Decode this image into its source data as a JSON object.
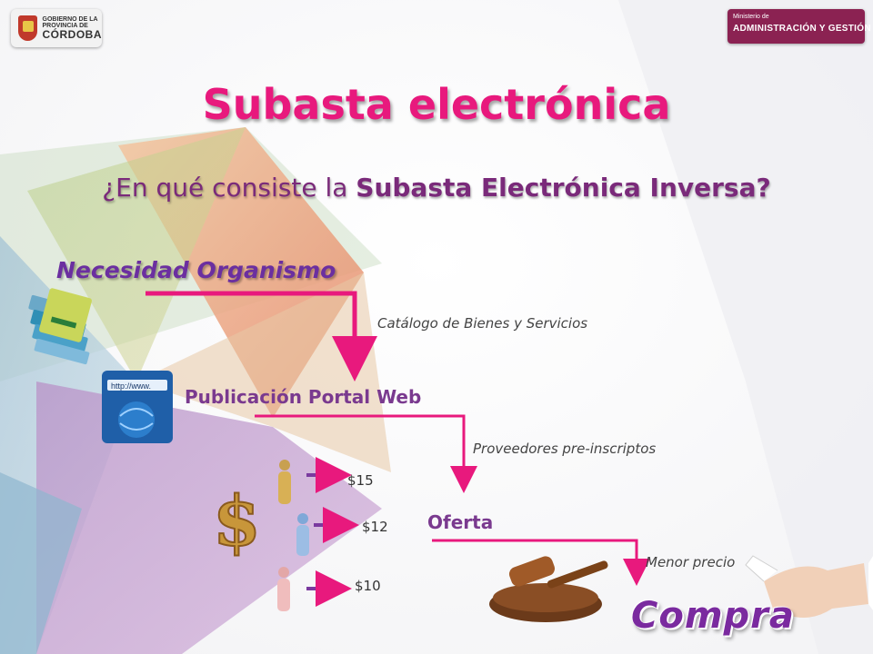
{
  "header": {
    "left_logo": {
      "line1": "GOBIERNO DE LA",
      "line2": "PROVINCIA DE",
      "line3": "CÓRDOBA"
    },
    "right_logo": {
      "line1": "Ministerio de",
      "line2": "ADMINISTRACIÓN Y GESTIÓN PÚBLICA"
    }
  },
  "title": "Subasta electrónica",
  "subtitle": {
    "part1": "¿En qué consiste la ",
    "part2": "Subasta Electrónica Inversa?"
  },
  "flow": {
    "step1": "Necesidad Organismo",
    "note1": "Catálogo de Bienes y Servicios",
    "step2": "Publicación Portal Web",
    "note2": "Proveedores pre-inscriptos",
    "step3": "Oferta",
    "note3": "Menor precio",
    "step4": "Compra"
  },
  "bids": [
    "$15",
    "$12",
    "$10"
  ],
  "colors": {
    "accent_pink": "#e8197d",
    "purple": "#7a2a9f",
    "arrow": "#e8197d"
  },
  "icons": [
    "books-icon",
    "web-browser-icon",
    "dollar-icon",
    "person-icon",
    "gavel-icon",
    "handshake-icon"
  ]
}
